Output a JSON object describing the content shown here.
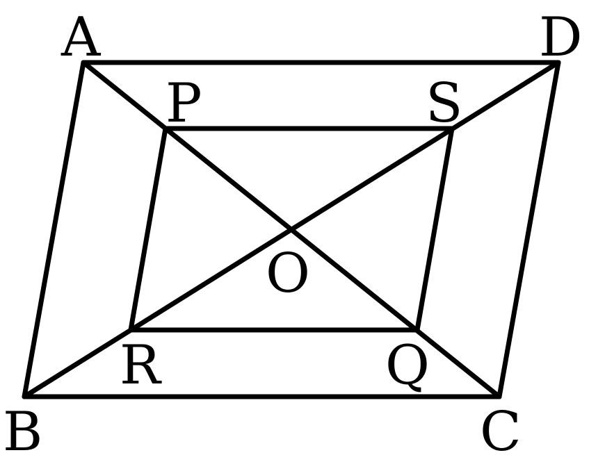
{
  "figure": {
    "vertices": [
      "A",
      "B",
      "C",
      "D",
      "P",
      "Q",
      "R",
      "S",
      "O"
    ],
    "labels": {
      "A": "A",
      "B": "B",
      "C": "C",
      "D": "D",
      "P": "P",
      "Q": "Q",
      "R": "R",
      "S": "S",
      "O": "O"
    },
    "segments": [
      [
        "A",
        "B"
      ],
      [
        "B",
        "C"
      ],
      [
        "C",
        "D"
      ],
      [
        "D",
        "A"
      ],
      [
        "P",
        "S"
      ],
      [
        "S",
        "Q"
      ],
      [
        "Q",
        "R"
      ],
      [
        "R",
        "P"
      ],
      [
        "A",
        "C"
      ],
      [
        "B",
        "D"
      ]
    ],
    "colors": {
      "stroke": "#000000",
      "background": "#ffffff"
    }
  }
}
